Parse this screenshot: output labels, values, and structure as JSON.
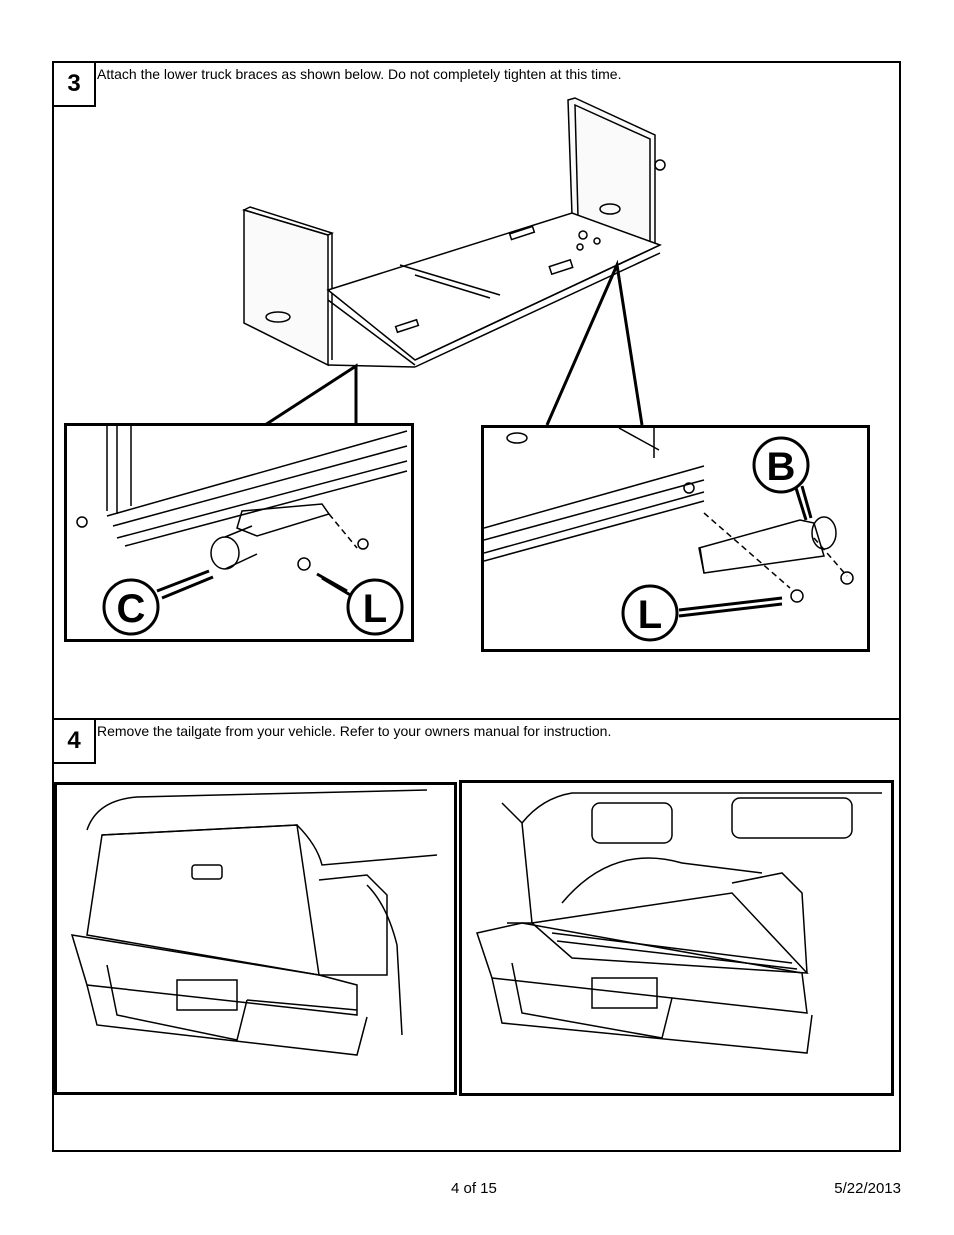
{
  "steps": [
    {
      "number": "3",
      "instruction": "Attach the lower truck braces as shown below.  Do not completely tighten at this time.",
      "callouts": [
        "C",
        "L",
        "B",
        "L"
      ]
    },
    {
      "number": "4",
      "instruction": "Remove the tailgate from your vehicle.  Refer to your owners manual for instruction."
    }
  ],
  "footer": {
    "page": "4 of 15",
    "date": "5/22/2013"
  }
}
